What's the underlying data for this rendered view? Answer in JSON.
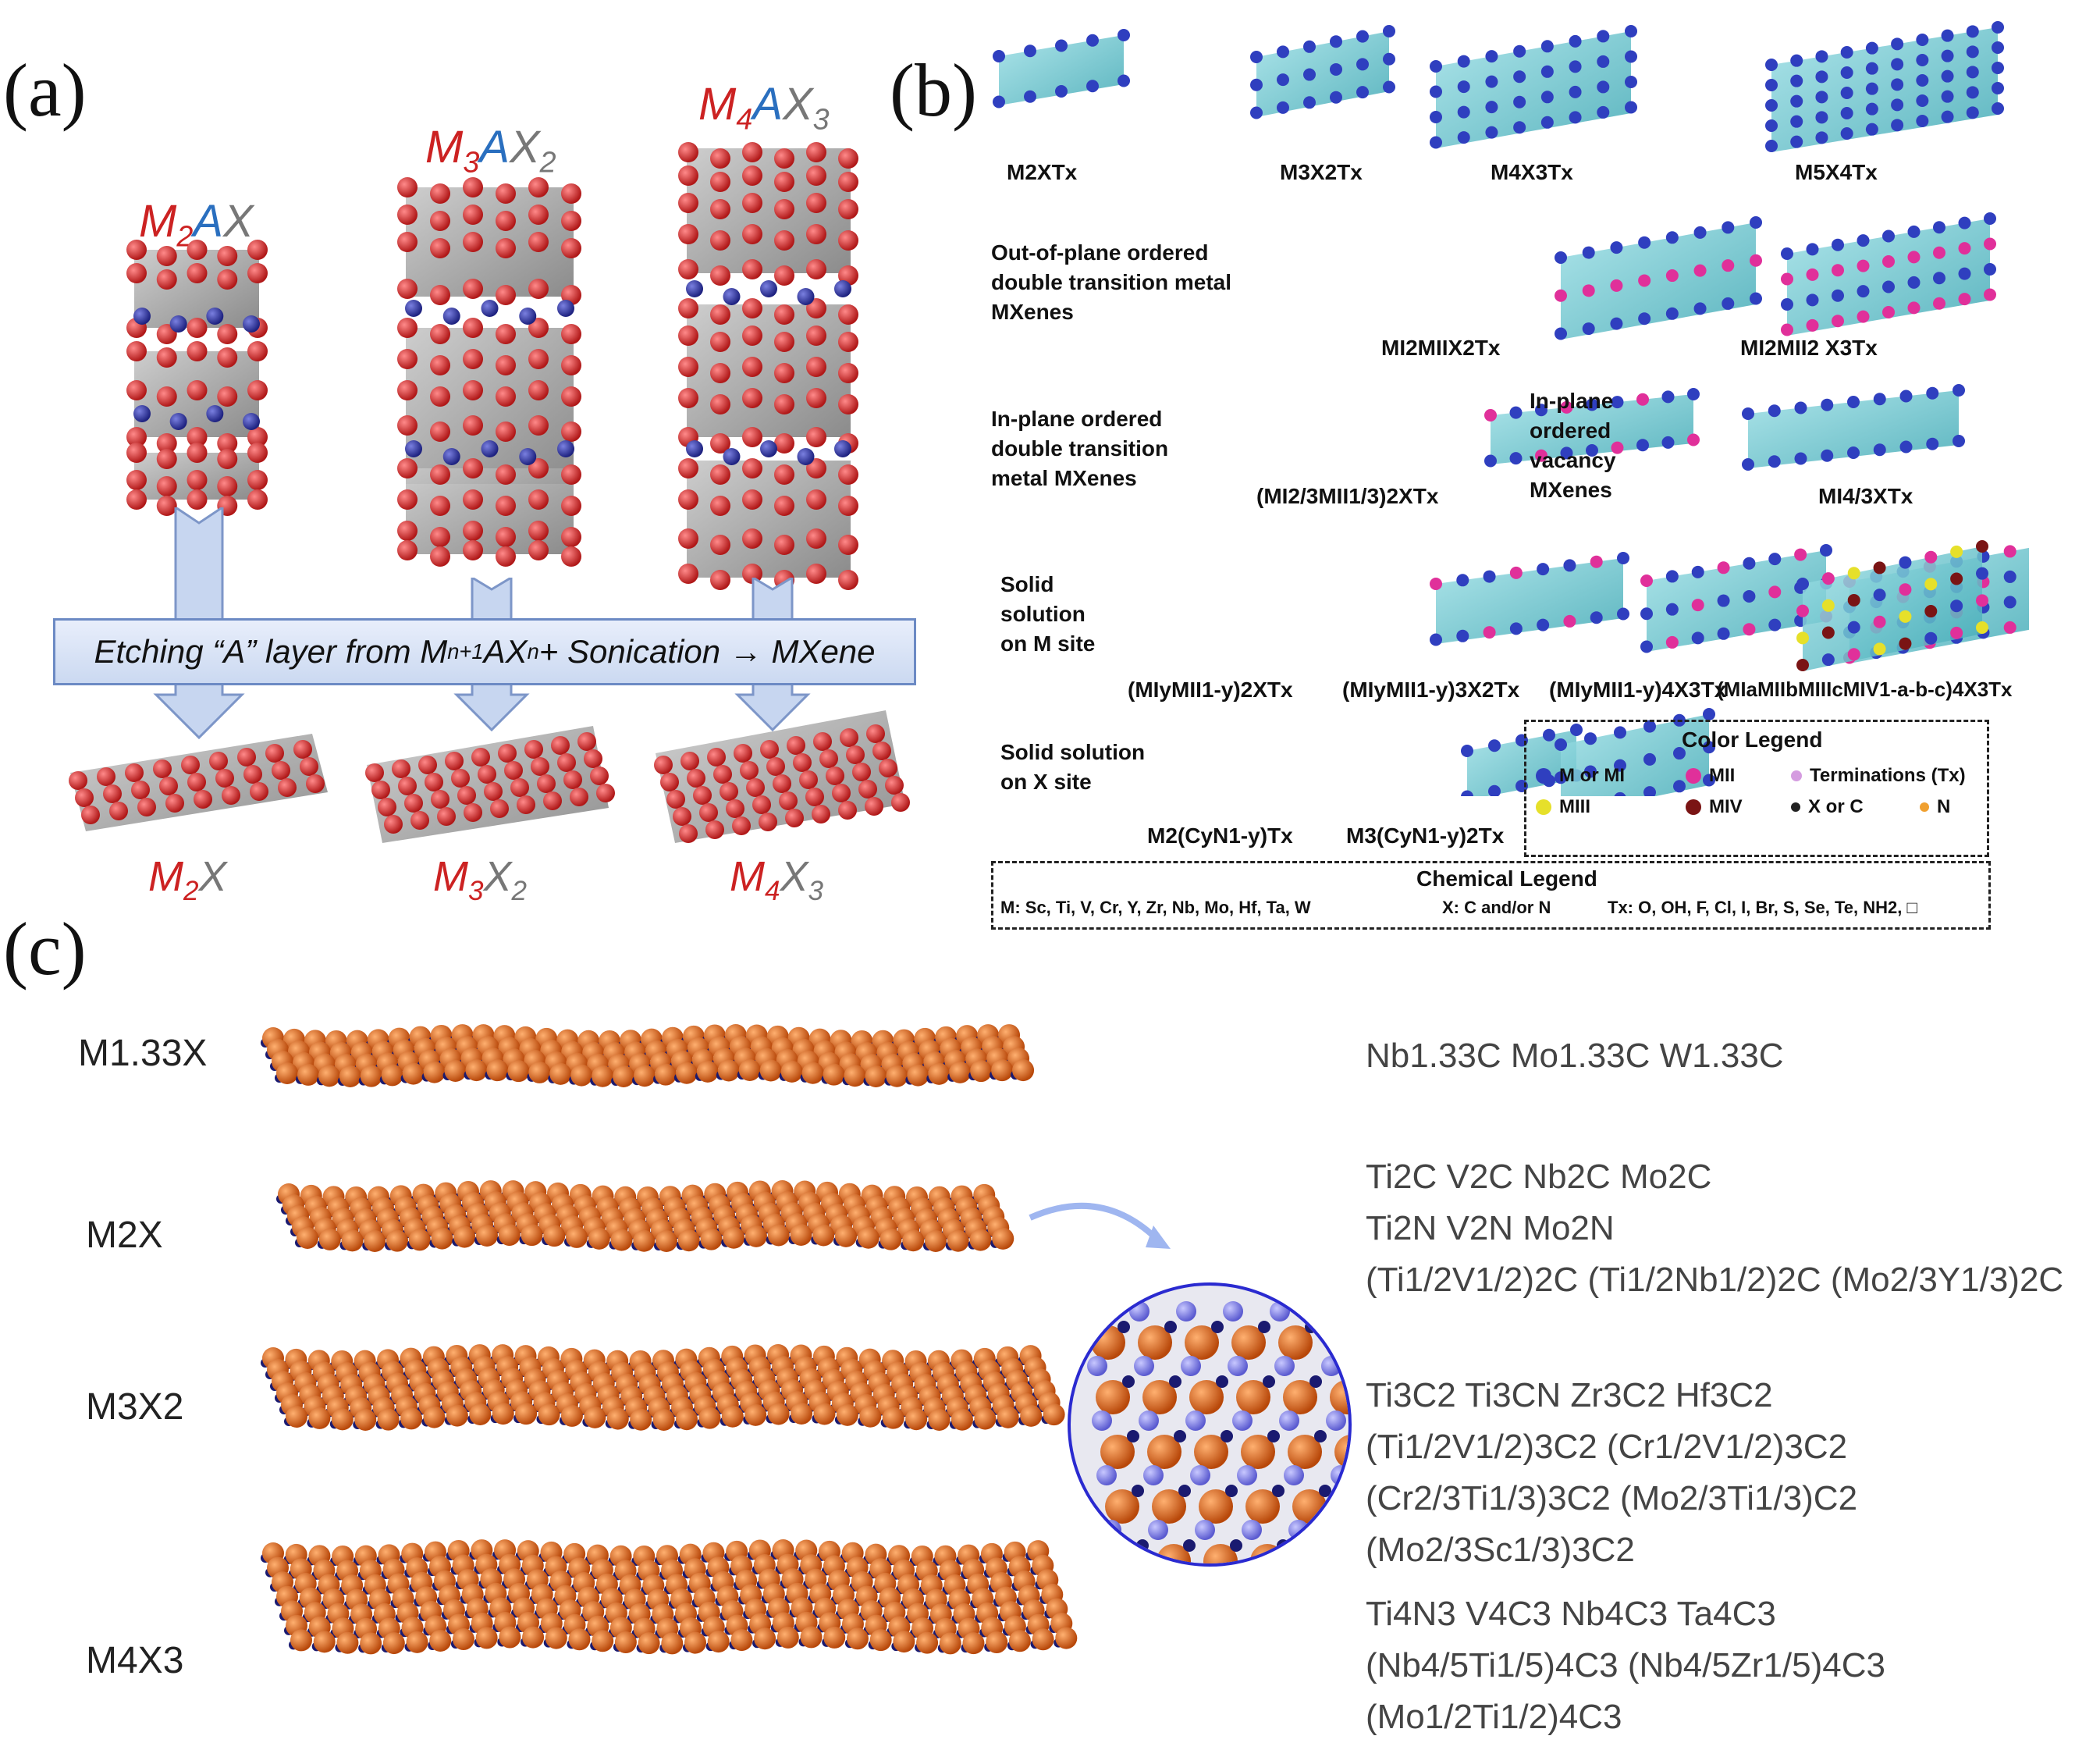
{
  "panel_a": {
    "letter": "(a)",
    "phases": [
      {
        "m": "M",
        "m_sub": "2",
        "a": "A",
        "x": "X",
        "x_sub": ""
      },
      {
        "m": "M",
        "m_sub": "3",
        "a": "A",
        "x": "X",
        "x_sub": "2"
      },
      {
        "m": "M",
        "m_sub": "4",
        "a": "A",
        "x": "X",
        "x_sub": "3"
      }
    ],
    "mxenes": [
      {
        "m": "M",
        "m_sub": "2",
        "x": "X",
        "x_sub": ""
      },
      {
        "m": "M",
        "m_sub": "3",
        "x": "X",
        "x_sub": "2"
      },
      {
        "m": "M",
        "m_sub": "4",
        "x": "X",
        "x_sub": "3"
      }
    ],
    "etch_text_1": "Etching “",
    "etch_a": "A",
    "etch_text_2": "” layer from M",
    "etch_sub": "n+1",
    "etch_text_3": "AX",
    "etch_sub2": "n",
    "etch_text_4": " + Sonication → MXene"
  },
  "panel_b": {
    "letter": "(b)",
    "row1": [
      "M2XTx",
      "M3X2Tx",
      "M4X3Tx",
      "M5X4Tx"
    ],
    "out_of_plane_desc": [
      "Out-of-plane ordered",
      "double transition metal",
      "MXenes"
    ],
    "out_of_plane_labels": [
      "MI2MIIX2Tx",
      "MI2MII2 X3Tx"
    ],
    "in_plane_desc": [
      "In-plane ordered",
      "double transition",
      "metal MXenes"
    ],
    "in_plane_label": "(MI2/3MII1/3)2XTx",
    "vacancy_desc": [
      "In-plane",
      "ordered",
      "vacancy",
      "MXenes"
    ],
    "vacancy_label": "MI4/3XTx",
    "solid_m_desc": [
      "Solid",
      "solution",
      "on M site"
    ],
    "solid_m_labels": [
      "(MIyMII1-y)2XTx",
      "(MIyMII1-y)3X2Tx",
      "(MIyMII1-y)4X3Tx",
      "(MIaMIIbMIIIcMIV1-a-b-c)4X3Tx"
    ],
    "solid_x_desc": [
      "Solid solution",
      "on X site"
    ],
    "solid_x_labels": [
      "M2(CyN1-y)Tx",
      "M3(CyN1-y)2Tx"
    ],
    "color_legend": {
      "title": "Color Legend",
      "items": [
        {
          "label": "M or MI",
          "color": "#2f3fbf"
        },
        {
          "label": "MII",
          "color": "#e0309a"
        },
        {
          "label": "Terminations (Tx)",
          "color": "#d59ce0"
        },
        {
          "label": "MIII",
          "color": "#e6e02a"
        },
        {
          "label": "MIV",
          "color": "#7a1414"
        },
        {
          "label": "X or C",
          "color": "#222222"
        },
        {
          "label": "N",
          "color": "#f0a030"
        }
      ]
    },
    "chem_legend": {
      "title": "Chemical Legend",
      "m": "M: Sc, Ti, V, Cr, Y, Zr, Nb, Mo, Hf, Ta, W",
      "x": "X: C and/or N",
      "t": "Tx: O, OH, F, Cl, I, Br, S, Se, Te, NH2, □"
    }
  },
  "panel_c": {
    "letter": "(c)",
    "rows": [
      {
        "label": "M1.33X",
        "examples": [
          "Nb1.33C   Mo1.33C   W1.33C"
        ]
      },
      {
        "label": "M2X",
        "examples": [
          "Ti2C   V2C   Nb2C   Mo2C",
          "Ti2N   V2N   Mo2N",
          "(Ti1/2V1/2)2C   (Ti1/2Nb1/2)2C   (Mo2/3Y1/3)2C"
        ]
      },
      {
        "label": "M3X2",
        "examples": [
          "Ti3C2   Ti3CN   Zr3C2   Hf3C2",
          "(Ti1/2V1/2)3C2   (Cr1/2V1/2)3C2",
          "(Cr2/3Ti1/3)3C2   (Mo2/3Ti1/3)C2   (Mo2/3Sc1/3)3C2"
        ]
      },
      {
        "label": "M4X3",
        "examples": [
          "Ti4N3   V4C3   Nb4C3   Ta4C3",
          "(Nb4/5Ti1/5)4C3   (Nb4/5Zr1/5)4C3",
          "(Mo1/2Ti1/2)4C3"
        ]
      }
    ]
  },
  "colors": {
    "red_atom": "#d42a2a",
    "blue_atom": "#2a2f9a",
    "orange_atom": "#e0661a",
    "navy_atom": "#1a1a70",
    "teal_slab": "#6ec8d0",
    "arrow_fill": "#c7d6f0"
  }
}
